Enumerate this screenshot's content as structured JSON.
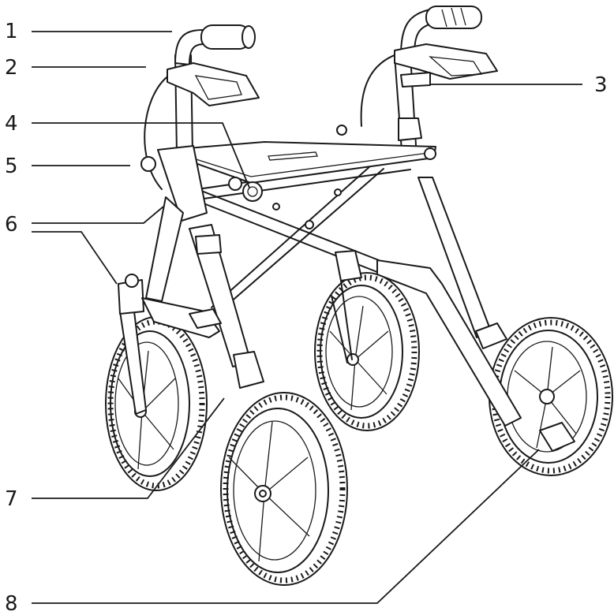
{
  "callouts": [
    "1",
    "2",
    "3",
    "4",
    "5",
    "6",
    "7",
    "8"
  ],
  "colors": {
    "ink": "#1a1a1a",
    "background": "#ffffff"
  }
}
